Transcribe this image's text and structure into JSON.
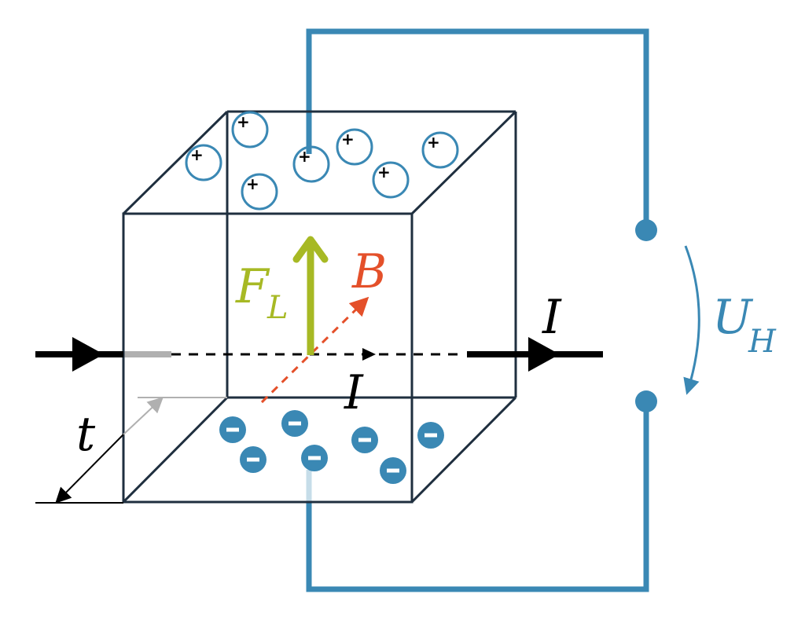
{
  "diagram": {
    "title": "Hall effect",
    "colors": {
      "cube_edge": "#1f2f3f",
      "circuit": "#3a88b4",
      "circuit_light": "#c6dde9",
      "force": "#a7b924",
      "field": "#e4502a",
      "current": "#000000",
      "dimension_gray": "#b0b0b0"
    },
    "labels": {
      "force": "F",
      "force_sub": "L",
      "field": "B",
      "current_outside": "I",
      "current_inside": "I",
      "thickness": "t",
      "hall_voltage": "U",
      "hall_voltage_sub": "H"
    },
    "charges": {
      "positive": {
        "sign": "+",
        "count": 7
      },
      "negative": {
        "sign": "−",
        "count": 7
      }
    }
  }
}
